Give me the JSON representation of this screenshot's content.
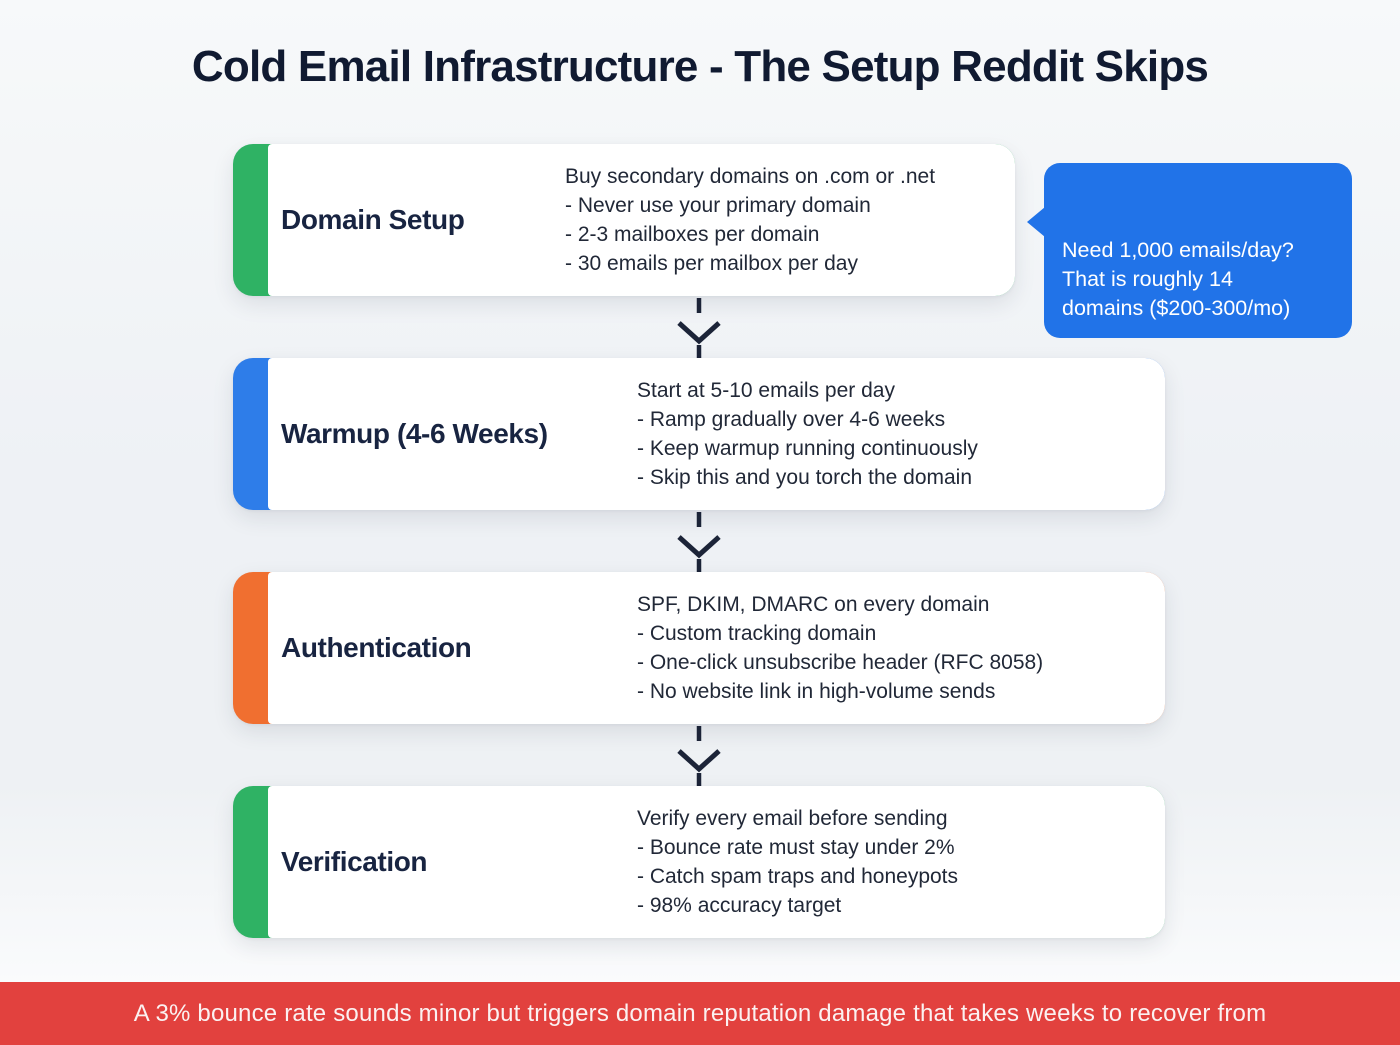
{
  "page": {
    "title": "Cold Email Infrastructure - The Setup Reddit Skips"
  },
  "cards": [
    {
      "title": "Domain Setup",
      "accent_color": "#2fb264",
      "lines": [
        "Buy secondary domains on .com or .net",
        "- Never use your primary domain",
        "- 2-3 mailboxes per domain",
        "- 30 emails per mailbox per day"
      ]
    },
    {
      "title": "Warmup (4-6 Weeks)",
      "accent_color": "#2e7de9",
      "lines": [
        "Start at 5-10 emails per day",
        "- Ramp gradually over 4-6 weeks",
        "- Keep warmup running continuously",
        "- Skip this and you torch the domain"
      ]
    },
    {
      "title": "Authentication",
      "accent_color": "#f06f30",
      "lines": [
        "SPF, DKIM, DMARC on every domain",
        "- Custom tracking domain",
        "- One-click unsubscribe header (RFC 8058)",
        "- No website link in high-volume sends"
      ]
    },
    {
      "title": "Verification",
      "accent_color": "#2fb264",
      "lines": [
        "Verify every email before sending",
        "- Bounce rate must stay under 2%",
        "- Catch spam traps and honeypots",
        "- 98% accuracy target"
      ]
    }
  ],
  "callout": {
    "text": "Need 1,000 emails/day?\nThat is roughly 14\ndomains ($200-300/mo)",
    "background_color": "#2173e8"
  },
  "footer": {
    "text": "A 3% bounce rate sounds minor but triggers domain reputation damage that takes weeks to recover from",
    "background_color": "#e2413e"
  },
  "colors": {
    "arrow": "#1c2438"
  }
}
